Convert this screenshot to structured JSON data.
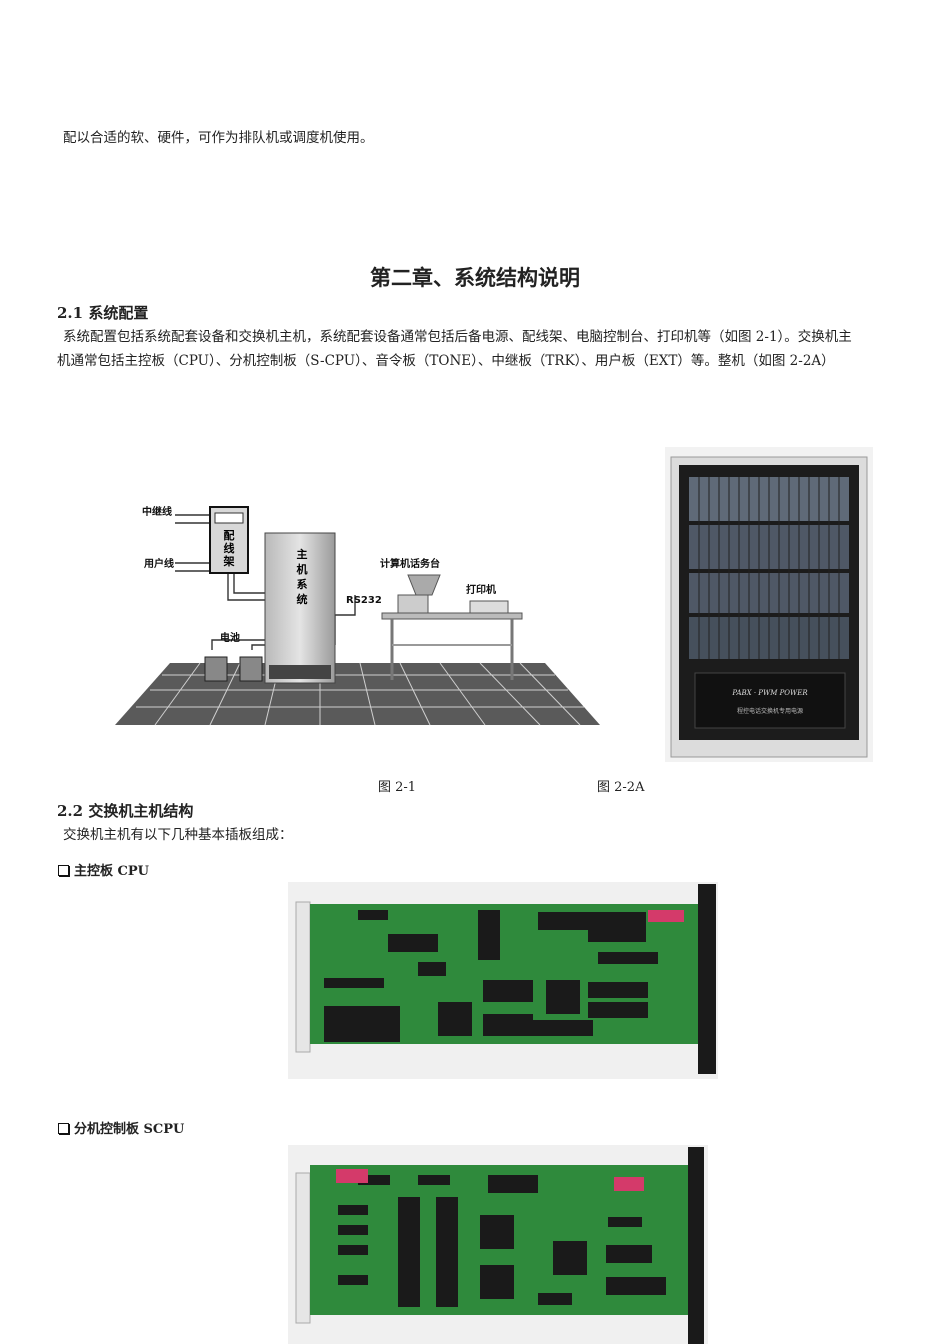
{
  "top_line": "配以合适的软、硬件，可作为排队机或调度机使用。",
  "chapter_title": "第二章、系统结构说明",
  "section_2_1": {
    "heading": "2.1 系统配置",
    "para_line1": "系统配置包括系统配套设备和交换机主机，系统配套设备通常包括后备电源、配线架、电脑控制台、打印机等（如图 2-1）。交换机主",
    "para_line2": "机通常包括主控板（CPU）、分机控制板（S-CPU）、音令板（TONE）、中继板（TRK）、用户板（EXT）等。整机（如图 2-2A）"
  },
  "figure_2_1": {
    "labels": {
      "trunk": "中继线",
      "user": "用户线",
      "mdf": "配线架",
      "host": "主机系统",
      "rs232": "RS232",
      "console": "计算机话务台",
      "printer": "打印机",
      "battery": "电池"
    },
    "caption": "图 2-1"
  },
  "figure_2_2a": {
    "panel_text": "PABX · PWM POWER",
    "panel_sub": "程控电话交换机专用电源",
    "caption": "图 2-2A"
  },
  "section_2_2": {
    "heading": "2.2 交换机主机结构",
    "para": "交换机主机有以下几种基本插板组成："
  },
  "boards": [
    {
      "label": "主控板 CPU"
    },
    {
      "label": "分机控制板 SCPU"
    }
  ]
}
